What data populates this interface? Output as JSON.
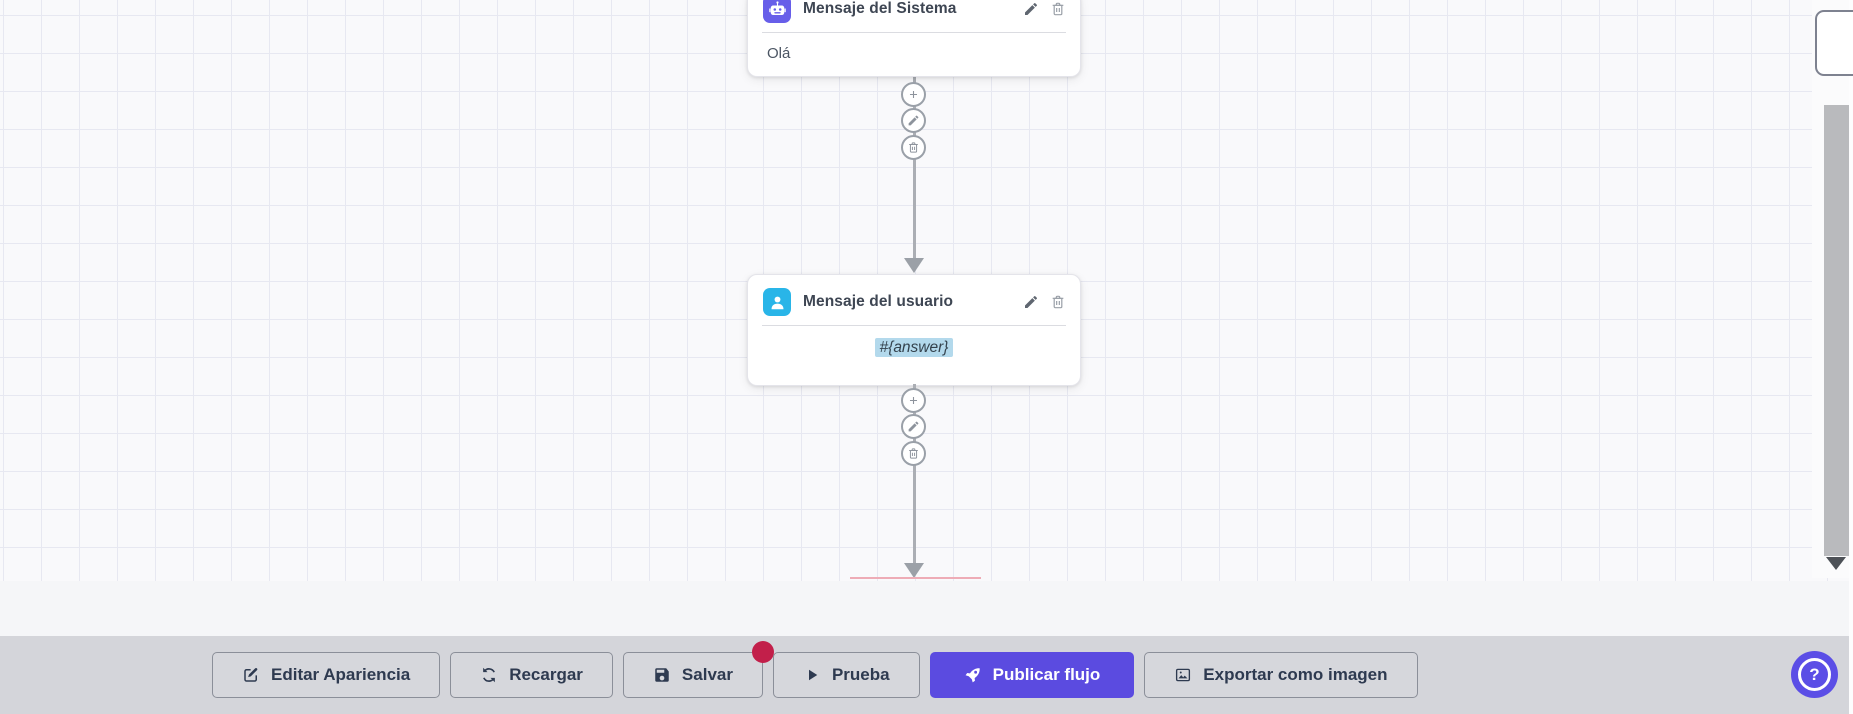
{
  "nodes": {
    "system": {
      "title": "Mensaje del Sistema",
      "content": "Olá",
      "icon": "robot-icon",
      "icon_color": "#675ee9"
    },
    "user": {
      "title": "Mensaje del usuario",
      "content": "#{answer}",
      "icon": "user-icon",
      "icon_color": "#29b5e8",
      "content_highlight_color": "#b3d9ec"
    }
  },
  "icons": {
    "node_actions": [
      "pencil-icon",
      "trash-icon"
    ],
    "step_actions": [
      "plus-icon",
      "pencil-icon",
      "trash-icon"
    ],
    "scrollbar": "down-arrow-icon"
  },
  "toolbar": {
    "edit_appearance": {
      "label": "Editar Apariencia",
      "icon": "edit-square-icon"
    },
    "reload": {
      "label": "Recargar",
      "icon": "refresh-icon"
    },
    "save": {
      "label": "Salvar",
      "icon": "save-icon",
      "has_unsaved_badge": true
    },
    "test": {
      "label": "Prueba",
      "icon": "play-icon"
    },
    "publish": {
      "label": "Publicar flujo",
      "icon": "rocket-icon",
      "accent_color": "#5b4be0"
    },
    "export": {
      "label": "Exportar como imagen",
      "icon": "image-icon"
    }
  },
  "help": {
    "glyph": "?",
    "color": "#5b4ee6"
  },
  "colors": {
    "canvas_bg": "#f9f9fb",
    "grid_line": "#e7e8f1",
    "gap_band_bg": "#f5f6f8",
    "toolbar_bg": "#d4d5da",
    "badge": "#c21f4a",
    "connector": "#9aa0a8",
    "scroll_thumb": "#b9babd"
  }
}
